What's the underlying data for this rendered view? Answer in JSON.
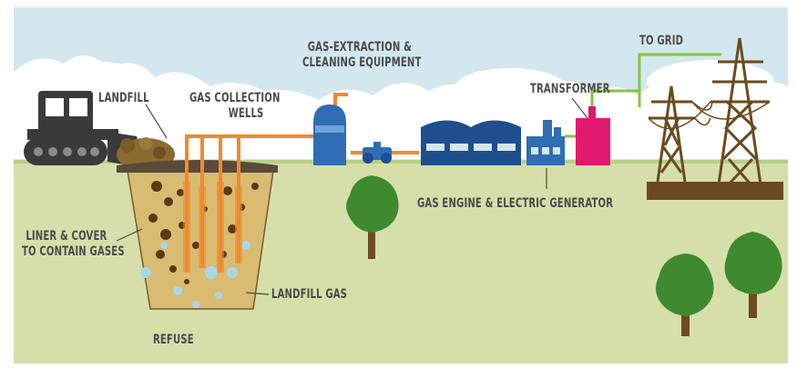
{
  "labels": {
    "landfill": "LANDFILL",
    "gas_collection_wells": [
      "GAS COLLECTION",
      "WELLS"
    ],
    "gas_extraction": [
      "GAS-EXTRACTION &",
      "CLEANING EQUIPMENT"
    ],
    "transformer": "TRANSFORMER",
    "to_grid": "TO GRID",
    "gas_engine": "GAS ENGINE & ELECTRIC GENERATOR",
    "liner_cover": [
      "LINER & COVER",
      "TO CONTAIN GASES"
    ],
    "landfill_gas": "LANDFILL GAS",
    "refuse": "REFUSE"
  },
  "colors": {
    "sky": "#d3e8ee",
    "cloud": "#ffffff",
    "ground": "#d6dfaa",
    "pit": "#d9bb72",
    "pipe": "#f08a2c",
    "grid_line": "#86c341",
    "equipment_blue": "#2f6db4",
    "engine_navy": "#1f4e8f",
    "transformer": "#e0196f",
    "tower": "#6b4a1f",
    "tree": "#3f8a2f",
    "trunk": "#6e4a22",
    "bulldozer": "#3a3a3a",
    "text": "#4b4b4b"
  }
}
